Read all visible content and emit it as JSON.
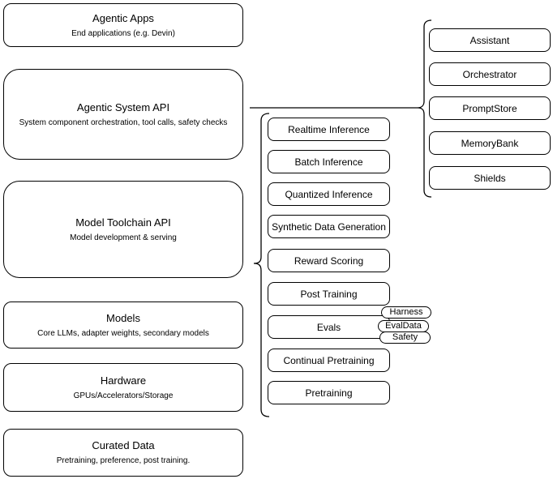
{
  "stack": [
    {
      "title": "Agentic Apps",
      "subtitle": "End applications (e.g. Devin)"
    },
    {
      "title": "Agentic System API",
      "subtitle": "System component orchestration, tool calls, safety checks"
    },
    {
      "title": "Model Toolchain API",
      "subtitle": "Model development & serving"
    },
    {
      "title": "Models",
      "subtitle": "Core LLMs, adapter weights, secondary models"
    },
    {
      "title": "Hardware",
      "subtitle": "GPUs/Accelerators/Storage"
    },
    {
      "title": "Curated Data",
      "subtitle": "Pretraining, preference, post training."
    }
  ],
  "toolchain": [
    "Realtime Inference",
    "Batch Inference",
    "Quantized Inference",
    "Synthetic Data Generation",
    "Reward Scoring",
    "Post Training",
    "Evals",
    "Continual Pretraining",
    "Pretraining"
  ],
  "evals_badges": [
    "Harness",
    "EvalData",
    "Safety"
  ],
  "components": [
    "Assistant",
    "Orchestrator",
    "PromptStore",
    "MemoryBank",
    "Shields"
  ],
  "colors": {
    "stroke": "#000000",
    "background": "#ffffff",
    "fill": "#ffffff"
  }
}
